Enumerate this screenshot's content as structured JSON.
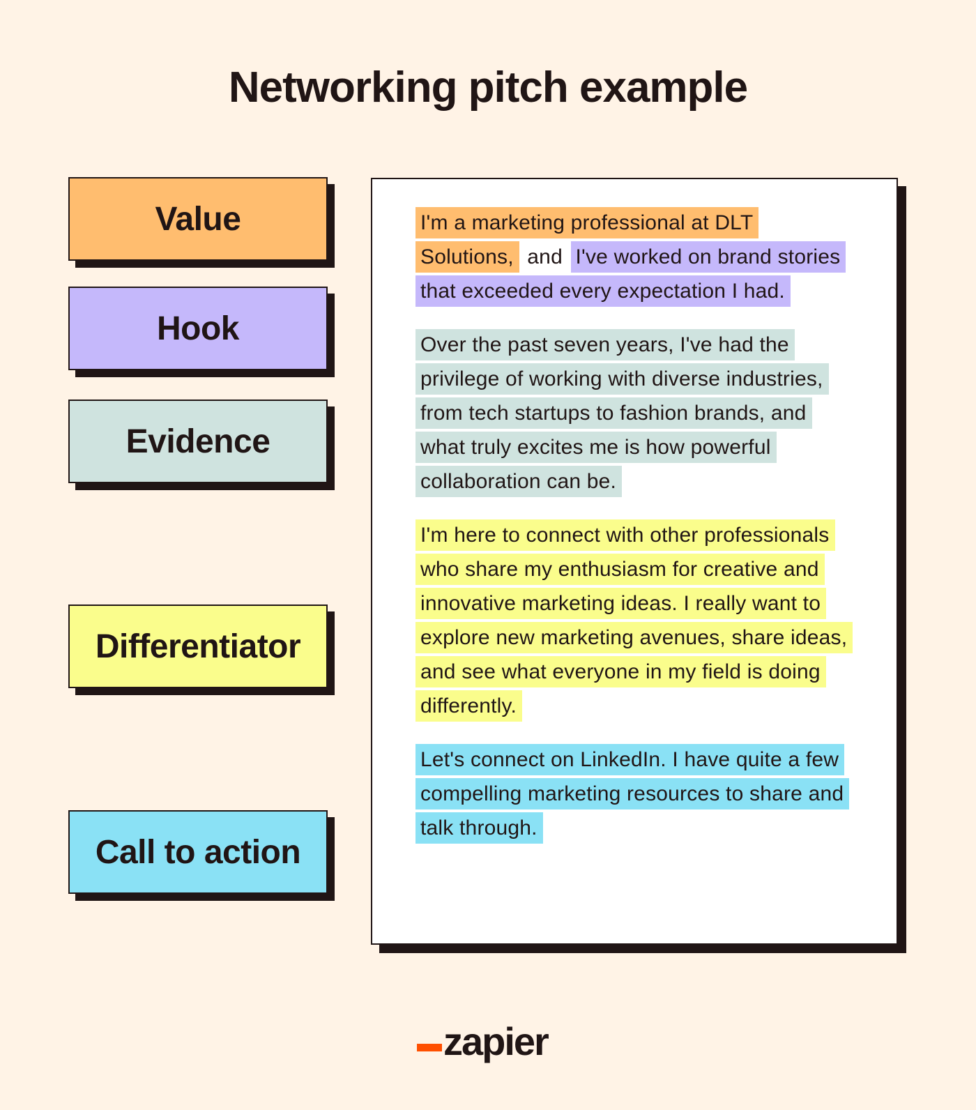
{
  "title": "Networking pitch example",
  "labels": [
    {
      "text": "Value",
      "color": "#ffbd6f"
    },
    {
      "text": "Hook",
      "color": "#c5b8fb"
    },
    {
      "text": "Evidence",
      "color": "#cfe3df"
    },
    {
      "text": "Differentiator",
      "color": "#fafd8c"
    },
    {
      "text": "Call to action",
      "color": "#8ae1f5"
    }
  ],
  "pitch": {
    "value_text": "I'm a marketing professional at DLT Solutions,",
    "connector": "and",
    "hook_text": "I've worked on brand stories that exceeded every expectation I had.",
    "evidence_text": "Over the past seven years, I've had the privilege of working with diverse industries, from tech startups to fashion brands, and what truly excites me is how powerful collaboration can be.",
    "differentiator_text": "I'm here to connect with other professionals who share my enthusiasm for creative and innovative marketing ideas. I really want to explore new marketing avenues, share ideas, and see what everyone in my field is doing differently.",
    "cta_text": "Let's connect on LinkedIn. I have quite a few compelling marketing resources to share and talk through."
  },
  "logo": {
    "text": "zapier",
    "accent_color": "#ff4f00"
  }
}
